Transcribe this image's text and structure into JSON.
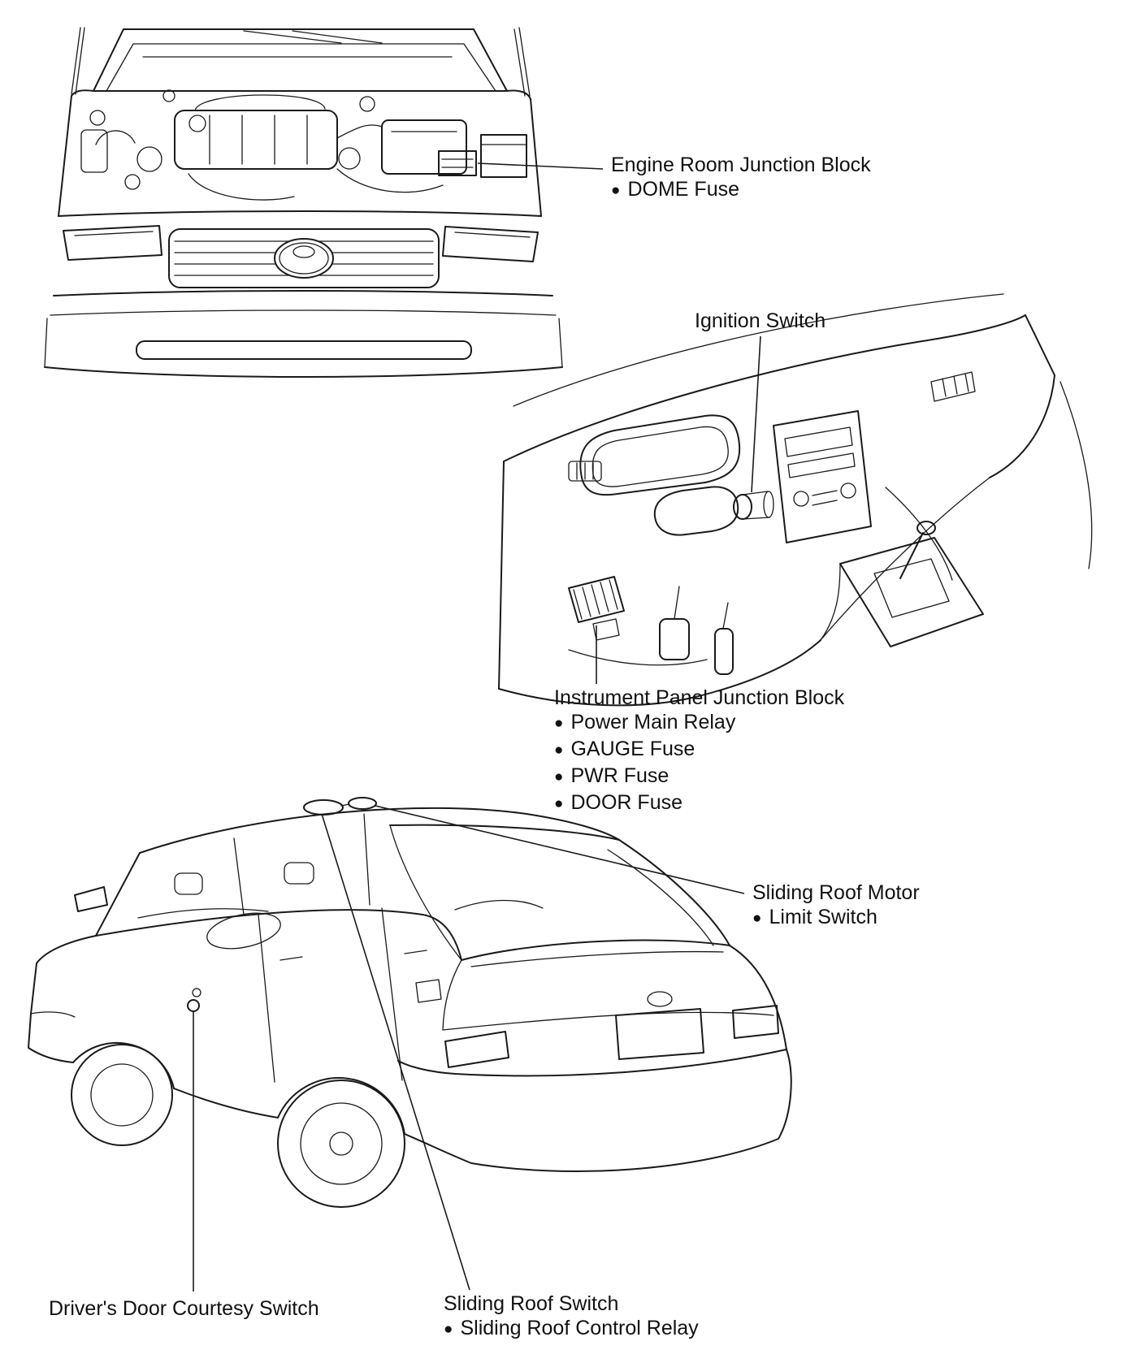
{
  "page": {
    "background": "#ffffff",
    "line_color": "#1a1a1a",
    "bullet": "●"
  },
  "labels": {
    "engine_room_junction_block": {
      "title": "Engine Room Junction Block",
      "items": [
        "DOME Fuse"
      ]
    },
    "ignition_switch": {
      "title": "Ignition Switch"
    },
    "instrument_panel_junction_block": {
      "title": "Instrument Panel Junction Block",
      "items": [
        "Power Main Relay",
        "GAUGE Fuse",
        "PWR Fuse",
        "DOOR Fuse"
      ]
    },
    "sliding_roof_motor": {
      "title": "Sliding Roof Motor",
      "items": [
        "Limit Switch"
      ]
    },
    "drivers_door_courtesy_switch": {
      "title": "Driver's Door Courtesy Switch"
    },
    "sliding_roof_switch": {
      "title": "Sliding Roof Switch",
      "items": [
        "Sliding Roof Control Relay"
      ]
    }
  }
}
